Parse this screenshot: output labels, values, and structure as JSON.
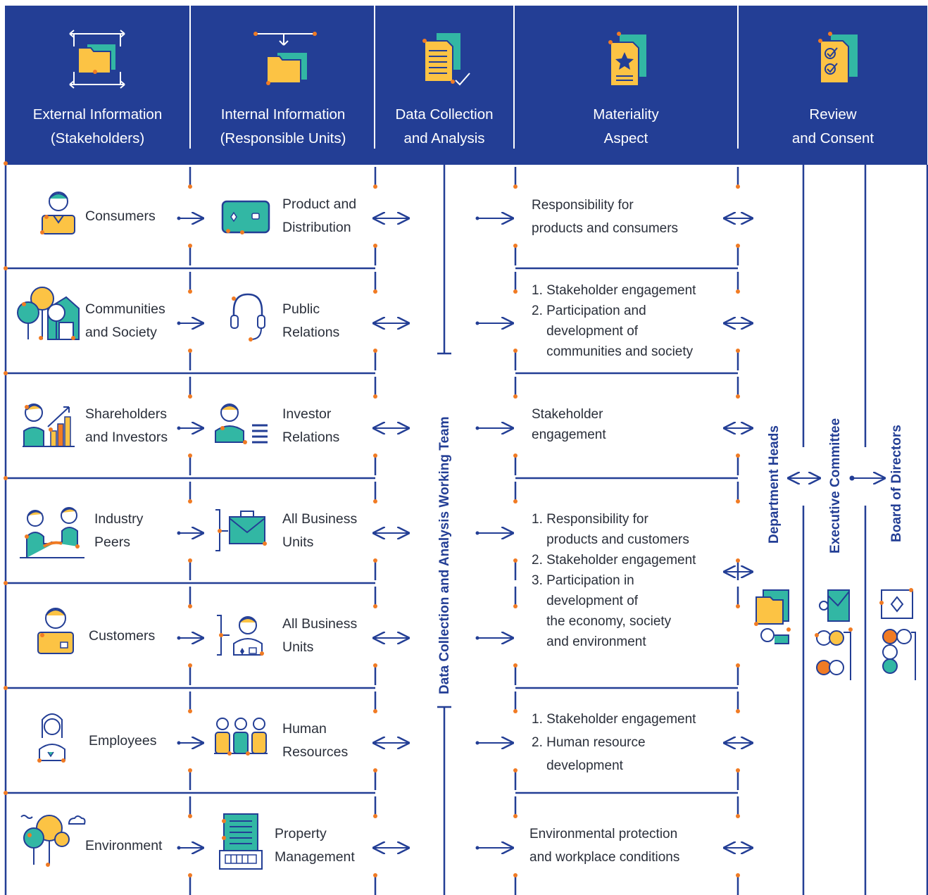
{
  "header": {
    "columns": [
      {
        "line1": "External Information",
        "line2": "(Stakeholders)",
        "icon": "folder-exchange-icon"
      },
      {
        "line1": "Internal Information",
        "line2": "(Responsible Units)",
        "icon": "folder-input-icon"
      },
      {
        "line1": "Data Collection",
        "line2": "and Analysis",
        "icon": "document-check-icon"
      },
      {
        "line1": "Materiality",
        "line2": "Aspect",
        "icon": "certificate-star-icon"
      },
      {
        "line1": "Review",
        "line2": "and Consent",
        "icon": "checklist-icon"
      }
    ]
  },
  "rows": [
    {
      "stakeholder": [
        "Consumers"
      ],
      "stakeholder_icon": "consumer-person-icon",
      "unit": [
        "Product and",
        "Distribution"
      ],
      "unit_icon": "product-card-icon",
      "aspect": [
        "Responsibility for",
        "products and consumers"
      ]
    },
    {
      "stakeholder": [
        "Communities",
        "and Society"
      ],
      "stakeholder_icon": "community-trees-house-icon",
      "unit": [
        "Public",
        "Relations"
      ],
      "unit_icon": "headset-icon",
      "aspect": [
        "1. Stakeholder engagement",
        "2. Participation and",
        "    development of",
        "    communities and society"
      ]
    },
    {
      "stakeholder": [
        "Shareholders",
        "and Investors"
      ],
      "stakeholder_icon": "investor-chart-icon",
      "unit": [
        "Investor",
        "Relations"
      ],
      "unit_icon": "investor-relations-person-icon",
      "aspect": [
        "Stakeholder",
        "engagement"
      ]
    },
    {
      "stakeholder": [
        "Industry",
        "Peers"
      ],
      "stakeholder_icon": "handshake-icon",
      "unit": [
        "All Business",
        "Units"
      ],
      "unit_icon": "briefcase-icon",
      "aspect": [
        "1. Responsibility for",
        "    products and customers",
        "2. Stakeholder engagement",
        "3. Participation in",
        "    development of",
        "    the economy, society",
        "    and environment"
      ]
    },
    {
      "stakeholder": [
        "Customers"
      ],
      "stakeholder_icon": "customer-person-icon",
      "unit": [
        "All Business",
        "Units"
      ],
      "unit_icon": "business-person-icon",
      "aspect": []
    },
    {
      "stakeholder": [
        "Employees"
      ],
      "stakeholder_icon": "employee-woman-icon",
      "unit": [
        "Human",
        "Resources"
      ],
      "unit_icon": "team-people-icon",
      "aspect": [
        "1. Stakeholder engagement",
        "2. Human resource",
        "    development"
      ]
    },
    {
      "stakeholder": [
        "Environment"
      ],
      "stakeholder_icon": "trees-cloud-icon",
      "unit": [
        "Property",
        "Management"
      ],
      "unit_icon": "building-icon",
      "aspect": [
        "Environmental protection",
        "and workplace conditions"
      ]
    }
  ],
  "vertical_labels": {
    "working_team": "Data Collection and Analysis Working Team",
    "department_heads": "Department Heads",
    "executive_committee": "Executive Committee",
    "board_of_directors": "Board of Directors"
  },
  "colors": {
    "navy": "#233e95",
    "orange": "#f07b24",
    "yellow": "#fcc344",
    "teal": "#32b7a4",
    "background": "#ffffff"
  }
}
